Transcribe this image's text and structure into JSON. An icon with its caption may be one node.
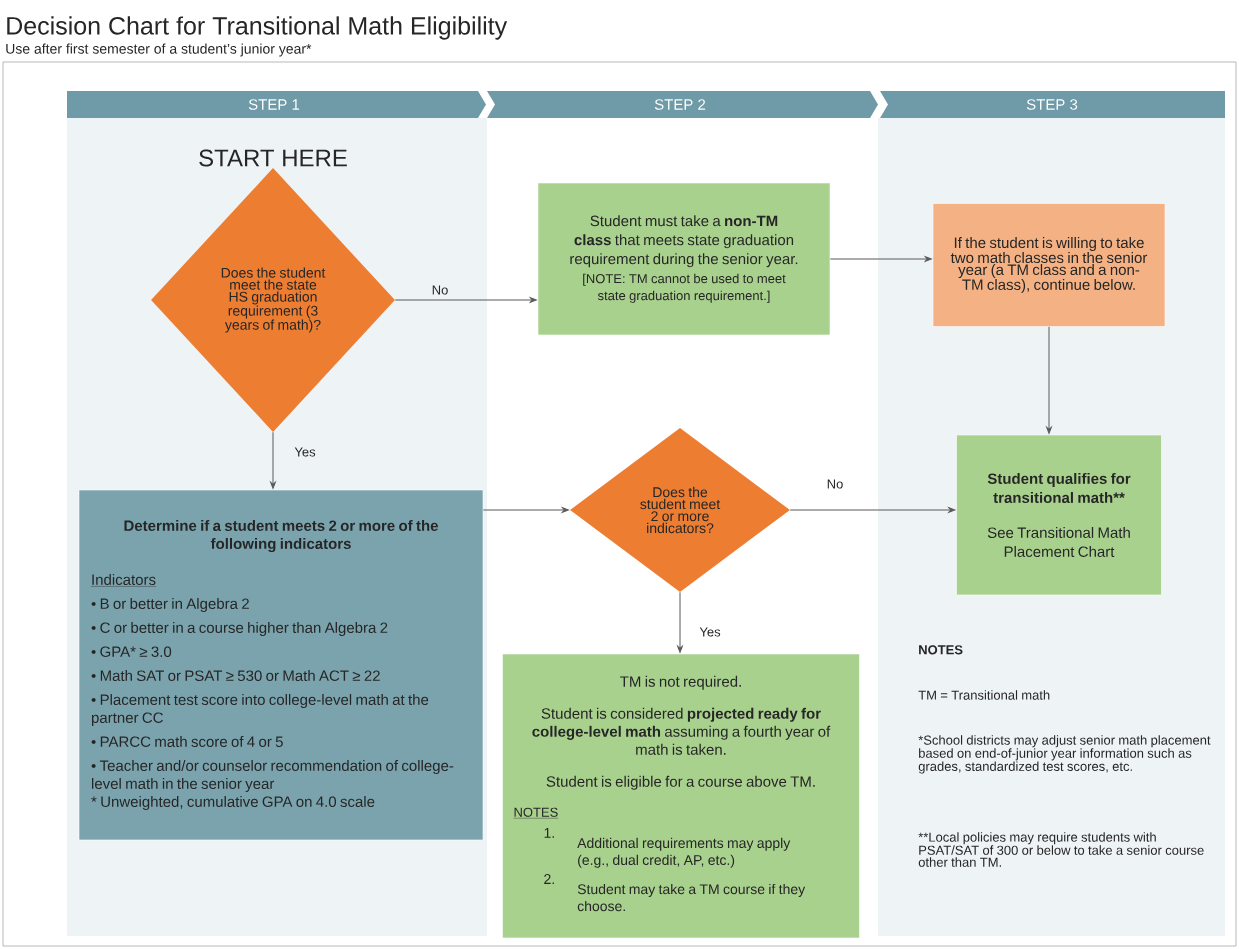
{
  "diagram": {
    "title": "Decision Chart for Transitional Math Eligibility",
    "nodes": [
      {
        "text": [
          "STEP 1"
        ]
      },
      {
        "text": [
          "STEP 2"
        ]
      },
      {
        "text": [
          "STEP 3"
        ]
      },
      {
        "text": [
          "Does the student meet the state HS graduation requirement (3 years of math)?"
        ]
      },
      {
        "text": [
          "Student must take a **non-TM class** that meets state graduation requirement during the senior year.",
          "[NOTE: TM cannot be used to meet state graduation requirement.]"
        ]
      },
      {
        "text": [
          "If the student is willing to take two math classes in the senior year (a TM class and a non-TM class), continue below."
        ]
      },
      {
        "text": [
          "Determine if a student meets 2 or more of the following indicators",
          "Indicators",
          "• B or better in Algebra 2",
          "• C or better in a course higher than Algebra 2",
          "• GPA* ≥ 3.0",
          "• Math SAT or PSAT ≥ 530 or Math ACT ≥ 22",
          "• Placement test score into college-level math at the partner CC",
          "• PARCC math score of 4 or 5",
          "• Teacher and/or counselor recommendation of college-level math in the senior year",
          "* Unweighted, cumulative GPA on 4.0 scale"
        ]
      },
      {
        "text": [
          "Does the student meet 2 or more indicators?"
        ]
      },
      {
        "text": [
          "Student qualifies for transitional math**",
          "See Transitional Math Placement Chart"
        ]
      },
      {
        "text": [
          "TM is not required.",
          "Student is considered **projected ready for college-level math** assuming a fourth year of math is taken.",
          "Student is eligible for a course above TM.",
          "NOTES",
          "1.",
          "Additional requirements may apply (e.g., dual credit, AP, etc.)",
          "2.",
          "Student may take a TM course if they choose."
        ]
      }
    ],
    "edges": [
      {
        "from": 3,
        "to": 4,
        "arrow": "to",
        "label": "No"
      },
      {
        "from": 4,
        "to": 5,
        "arrow": "to"
      },
      {
        "from": 5,
        "to": 8,
        "arrow": "to"
      },
      {
        "from": 3,
        "to": 6,
        "arrow": "to",
        "label": "Yes"
      },
      {
        "from": 6,
        "to": 7,
        "arrow": "to"
      },
      {
        "from": 7,
        "to": 8,
        "arrow": "to",
        "label": "No"
      },
      {
        "from": 7,
        "to": 9,
        "arrow": "to",
        "label": "Yes"
      }
    ],
    "labels": [
      "Use after first semester of a student’s junior year*",
      "START HERE",
      "NOTES",
      "TM = Transitional math",
      "*School districts may adjust senior math placement based on end-of-junior year information such as grades, standardized test scores, etc.",
      "**Local policies may require students with PSAT/SAT of 300 or below to take a senior course other than TM."
    ]
  }
}
